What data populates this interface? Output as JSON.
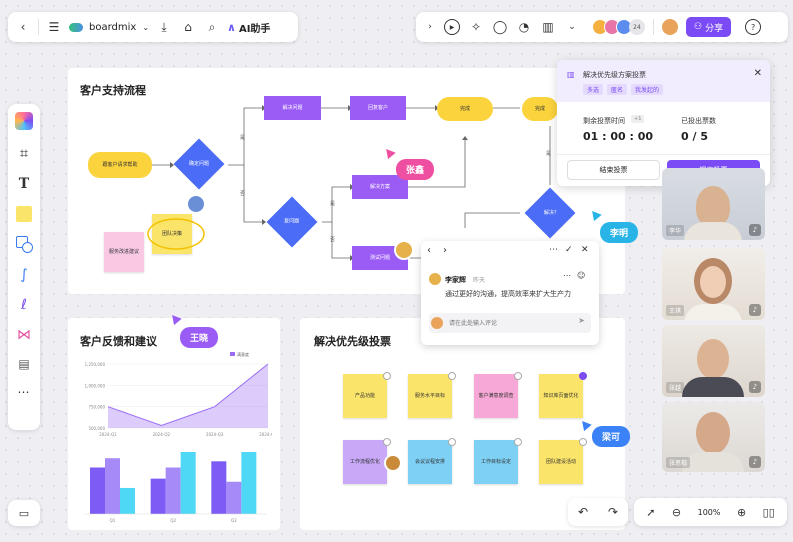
{
  "topbar": {
    "app_name": "boardmix",
    "ai_label": "AI助手"
  },
  "collab": {
    "count": "24",
    "share_label": "分享",
    "help": "?"
  },
  "board": {
    "flow_title": "客户支持流程",
    "feedback_title": "客户反馈和建议",
    "priority_title": "解决优先级投票"
  },
  "flow_nodes": {
    "start": "跟客户请求帮助",
    "judge1": "确定问题",
    "solve": "解决问题",
    "reply": "回复客户",
    "done1": "完成",
    "done2": "完成",
    "schedule": "解决方案",
    "tooHard": "复问题",
    "test": "测试问题",
    "team": "团队决策",
    "suggest": "服务改进建议",
    "decide": "解决?"
  },
  "flow_labels": {
    "yes1": "是",
    "no1": "否",
    "yes2": "是",
    "no2": "否",
    "yes3": "是"
  },
  "cursors": [
    {
      "name": "张鑫",
      "color": "#ef4fa0"
    },
    {
      "name": "李明",
      "color": "#29b4e8"
    },
    {
      "name": "王晓",
      "color": "#9b5cf6"
    },
    {
      "name": "梁可",
      "color": "#3b82f6"
    }
  ],
  "vote": {
    "title": "解决优先级方案投票",
    "tags": [
      "多选",
      "匿名",
      "我发起的"
    ],
    "time_label": "剩余投票时间",
    "time_plus": "+1",
    "time_value": "01 : 00 : 00",
    "count_label": "已投出票数",
    "count_value": "0 / 5",
    "end_label": "结束投票",
    "submit_label": "提交投票"
  },
  "comment": {
    "author": "李家辉",
    "time": "昨天",
    "text": "通过更好的沟通，提高效率来扩大生产力",
    "placeholder": "请在此处输入评论"
  },
  "chart_data": [
    {
      "type": "area",
      "title": "",
      "legend": "满意度",
      "x": [
        "2024-Q1",
        "2024-Q2",
        "2024-Q3",
        "2024-Q4"
      ],
      "y_ticks": [
        "1,250,000",
        "1,000,000",
        "750,000",
        "500,000"
      ],
      "series": [
        {
          "name": "满意度",
          "values": [
            750000,
            530000,
            750000,
            1250000
          ]
        }
      ],
      "ylim": [
        500000,
        1250000
      ],
      "color": "#9b6cf6"
    },
    {
      "type": "bar",
      "title": "",
      "categories": [
        "Q1",
        "Q2",
        "Q3"
      ],
      "series": [
        {
          "values": [
            75,
            57,
            85
          ],
          "color": "#7c5cf4"
        },
        {
          "values": [
            90,
            75,
            52
          ],
          "color": "#a68bf8"
        },
        {
          "values": [
            42,
            100,
            100
          ],
          "color": "#4fd8f5"
        }
      ],
      "ylim": [
        0,
        100
      ]
    }
  ],
  "priority_notes": [
    {
      "text": "产品功能",
      "color": "#fbe46a"
    },
    {
      "text": "服务水平目标",
      "color": "#fbe46a"
    },
    {
      "text": "客户满意度调查",
      "color": "#f7a8d6"
    },
    {
      "text": "知识库页面优化",
      "color": "#fbe46a"
    },
    {
      "text": "工作流程优化",
      "color": "#c9a8f8"
    },
    {
      "text": "会议议程安排",
      "color": "#7ed0f5"
    },
    {
      "text": "工作目标设定",
      "color": "#7ed0f5"
    },
    {
      "text": "团队建设活动",
      "color": "#fbe46a"
    }
  ],
  "videos": [
    "李华",
    "王琪",
    "张越",
    "张思楷"
  ],
  "zoom": {
    "level": "100%"
  },
  "colors": {
    "accent": "#7b4cf5"
  }
}
